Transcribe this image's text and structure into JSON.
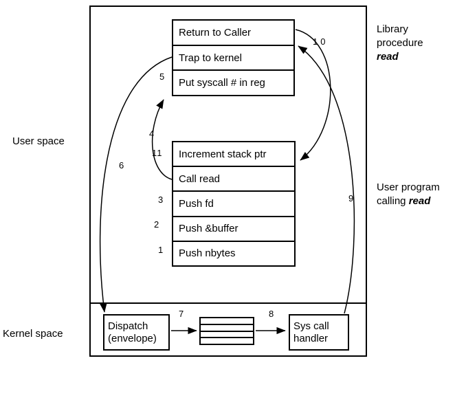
{
  "side_labels": {
    "user_space": "User space",
    "kernel_space": "Kernel space"
  },
  "right_labels": {
    "library": {
      "line1": "Library",
      "line2": "procedure",
      "emph": "read"
    },
    "user_program": {
      "line1": "User program",
      "line2_prefix": "calling",
      "emph": "read"
    }
  },
  "library_box": {
    "rows": [
      "Return to Caller",
      "Trap to kernel",
      "Put syscall # in reg"
    ]
  },
  "user_program_box": {
    "rows": [
      "Increment stack ptr",
      "Call read",
      "Push fd",
      "Push &buffer",
      "Push nbytes"
    ]
  },
  "kernel": {
    "dispatch": {
      "line1": "Dispatch",
      "line2": "(envelope)"
    },
    "sys_call_handler": {
      "line1": "Sys call",
      "line2": "handler"
    }
  },
  "steps": {
    "n1": "1",
    "n2": "2",
    "n3": "3",
    "n4": "4",
    "n5": "5",
    "n6": "6",
    "n7": "7",
    "n8": "8",
    "n9": "9",
    "n10": "10",
    "n11": "11"
  },
  "colors": {
    "ink": "#000000",
    "background": "#ffffff"
  }
}
